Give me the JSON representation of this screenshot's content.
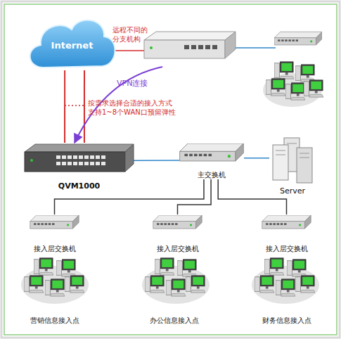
{
  "diagram": {
    "nodes": [
      {
        "text": [
          "Internet"
        ]
      },
      {
        "text": [
          "远程不同的 分支机构"
        ]
      },
      {
        "text": [
          "QVM1000"
        ]
      },
      {
        "text": [
          "主交换机"
        ]
      },
      {
        "text": [
          "Server"
        ]
      },
      {
        "text": [
          "接入层交换机"
        ]
      },
      {
        "text": [
          "接入层交换机"
        ]
      },
      {
        "text": [
          "接入层交换机"
        ]
      },
      {
        "text": [
          "营销信息接入点"
        ]
      },
      {
        "text": [
          "办公信息接入点"
        ]
      },
      {
        "text": [
          "财务信息接入点"
        ]
      }
    ],
    "edges": [
      {
        "from": 0,
        "to": 2,
        "arrow": "none"
      },
      {
        "from": 0,
        "to": 2,
        "arrow": "none"
      },
      {
        "from": 0,
        "to": 1,
        "arrow": "none"
      },
      {
        "from": 1,
        "to": 2,
        "label": "VPN连接",
        "arrow": "to"
      },
      {
        "from": 2,
        "to": 3,
        "arrow": "none"
      },
      {
        "from": 3,
        "to": 4,
        "arrow": "none"
      },
      {
        "from": 3,
        "to": 5,
        "arrow": "none"
      },
      {
        "from": 3,
        "to": 6,
        "arrow": "none"
      },
      {
        "from": 3,
        "to": 7,
        "arrow": "none"
      }
    ],
    "labels": [
      "按需求选择合适的接入方式 支持1~8个WAN口预留弹性"
    ]
  }
}
